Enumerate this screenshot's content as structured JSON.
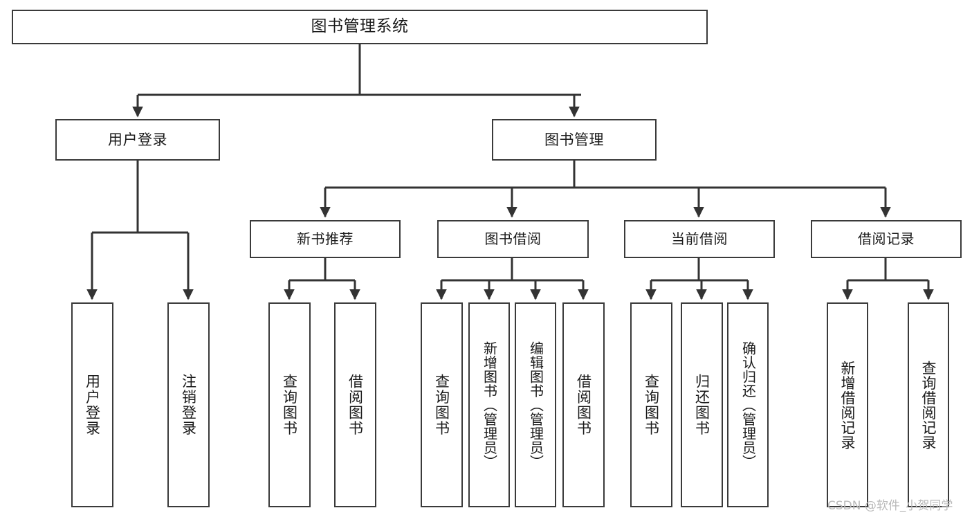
{
  "diagram": {
    "type": "tree-hierarchy",
    "title": "图书管理系统",
    "root": {
      "id": "root",
      "label": "图书管理系统"
    },
    "level1": [
      {
        "id": "user-login",
        "label": "用户登录"
      },
      {
        "id": "book-manage",
        "label": "图书管理"
      }
    ],
    "level2": [
      {
        "id": "new-book-rec",
        "label": "新书推荐",
        "parent": "book-manage"
      },
      {
        "id": "book-borrow",
        "label": "图书借阅",
        "parent": "book-manage"
      },
      {
        "id": "current-borrow",
        "label": "当前借阅",
        "parent": "book-manage"
      },
      {
        "id": "borrow-record",
        "label": "借阅记录",
        "parent": "book-manage"
      }
    ],
    "leaves": [
      {
        "id": "leaf-user-login",
        "label": "用户登录",
        "parent": "user-login"
      },
      {
        "id": "leaf-user-logout",
        "label": "注销登录",
        "parent": "user-login"
      },
      {
        "id": "leaf-query-book-rec",
        "label": "查询图书",
        "parent": "new-book-rec"
      },
      {
        "id": "leaf-borrow-book-rec",
        "label": "借阅图书",
        "parent": "new-book-rec"
      },
      {
        "id": "leaf-query-book-borrow",
        "label": "查询图书",
        "parent": "book-borrow"
      },
      {
        "id": "leaf-add-book",
        "label": "新增图书（管理员）",
        "parent": "book-borrow"
      },
      {
        "id": "leaf-edit-book",
        "label": "编辑图书（管理员）",
        "parent": "book-borrow"
      },
      {
        "id": "leaf-borrow-book",
        "label": "借阅图书",
        "parent": "book-borrow"
      },
      {
        "id": "leaf-query-book-cur",
        "label": "查询图书",
        "parent": "current-borrow"
      },
      {
        "id": "leaf-return-book",
        "label": "归还图书",
        "parent": "current-borrow"
      },
      {
        "id": "leaf-confirm-return",
        "label": "确认归还（管理员）",
        "parent": "current-borrow"
      },
      {
        "id": "leaf-add-record",
        "label": "新增借阅记录",
        "parent": "borrow-record"
      },
      {
        "id": "leaf-query-record",
        "label": "查询借阅记录",
        "parent": "borrow-record"
      }
    ],
    "colors": {
      "border": "#3a3a3a",
      "background": "#ffffff",
      "text": "#1a1a1a",
      "connector": "#333333",
      "watermark": "#b9b9b9"
    }
  },
  "watermark": {
    "text": "CSDN @软件_小贺同学"
  }
}
